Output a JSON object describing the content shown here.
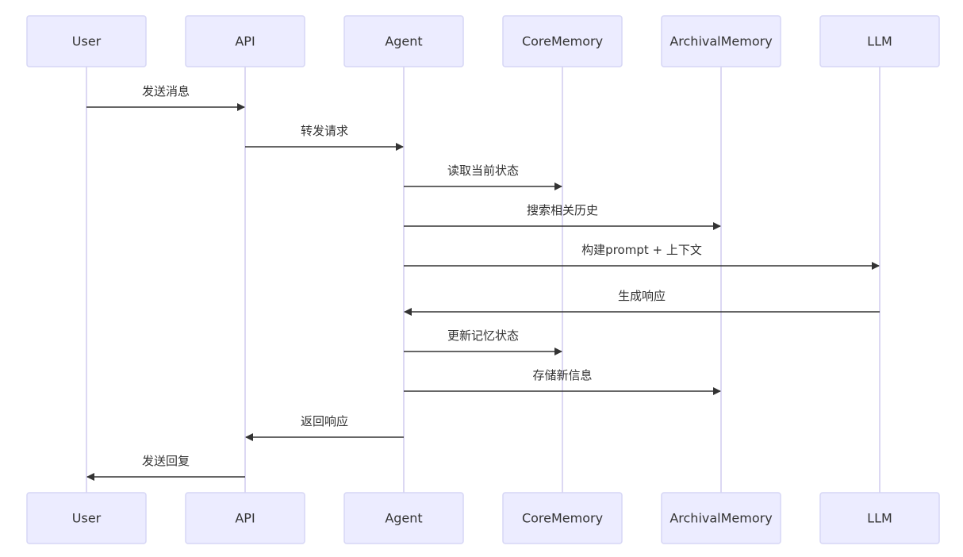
{
  "participants": [
    {
      "id": "user",
      "label": "User"
    },
    {
      "id": "api",
      "label": "API"
    },
    {
      "id": "agent",
      "label": "Agent"
    },
    {
      "id": "core",
      "label": "CoreMemory"
    },
    {
      "id": "archival",
      "label": "ArchivalMemory"
    },
    {
      "id": "llm",
      "label": "LLM"
    }
  ],
  "messages": [
    {
      "from": "user",
      "to": "api",
      "label": "发送消息"
    },
    {
      "from": "api",
      "to": "agent",
      "label": "转发请求"
    },
    {
      "from": "agent",
      "to": "core",
      "label": "读取当前状态"
    },
    {
      "from": "agent",
      "to": "archival",
      "label": "搜索相关历史"
    },
    {
      "from": "agent",
      "to": "llm",
      "label": "构建prompt + 上下文"
    },
    {
      "from": "llm",
      "to": "agent",
      "label": "生成响应"
    },
    {
      "from": "agent",
      "to": "core",
      "label": "更新记忆状态"
    },
    {
      "from": "agent",
      "to": "archival",
      "label": "存储新信息"
    },
    {
      "from": "agent",
      "to": "api",
      "label": "返回响应"
    },
    {
      "from": "api",
      "to": "user",
      "label": "发送回复"
    }
  ]
}
